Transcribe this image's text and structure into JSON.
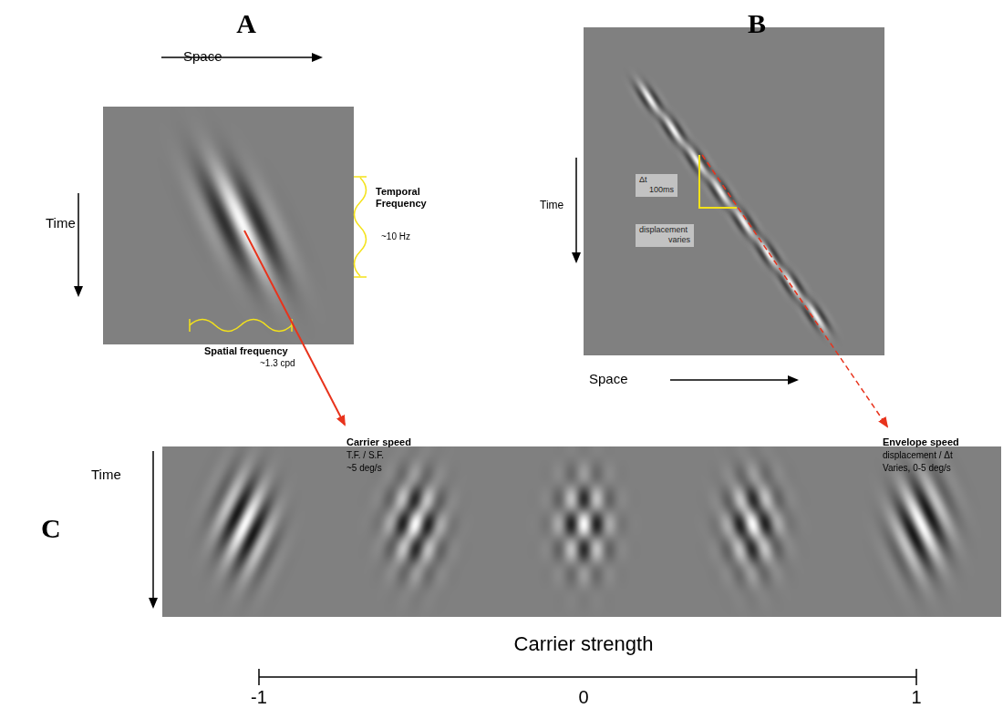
{
  "diagram": {
    "nodes": [
      {
        "text": [
          "Δt",
          "100ms"
        ]
      },
      {
        "text": [
          "displacement",
          "varies"
        ]
      }
    ],
    "labels": [
      "A",
      "B",
      "Space",
      "Time",
      "Temporal Frequency",
      "~10 Hz",
      "Spatial frequency",
      "~1.3 cpd",
      "Carrier speed",
      "T.F. / S.F.",
      "~5 deg/s",
      "Time",
      "Space",
      "Envelope speed",
      "displacement / Δt",
      "Varies, 0-5 deg/s",
      "C",
      "Time",
      "Carrier strength",
      "-1",
      "0",
      "1"
    ]
  }
}
